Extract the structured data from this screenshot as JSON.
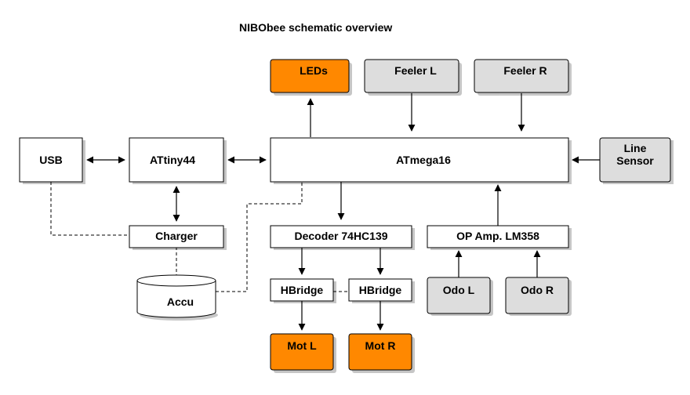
{
  "title": "NIBObee schematic overview",
  "colors": {
    "white_fill": "#ffffff",
    "gray_fill": "#dddddd",
    "orange_fill": "#ff8800",
    "stroke": "#000000",
    "shadow": "#999999"
  },
  "nodes": {
    "leds": "LEDs",
    "feeler_l": "Feeler L",
    "feeler_r": "Feeler R",
    "usb": "USB",
    "attiny44": "ATtiny44",
    "atmega16": "ATmega16",
    "line_sensor_1": "Line",
    "line_sensor_2": "Sensor",
    "charger": "Charger",
    "decoder": "Decoder 74HC139",
    "op_amp": "OP Amp. LM358",
    "accu": "Accu",
    "hbridge_l": "HBridge",
    "hbridge_r": "HBridge",
    "odo_l": "Odo L",
    "odo_r": "Odo R",
    "mot_l": "Mot L",
    "mot_r": "Mot R"
  }
}
